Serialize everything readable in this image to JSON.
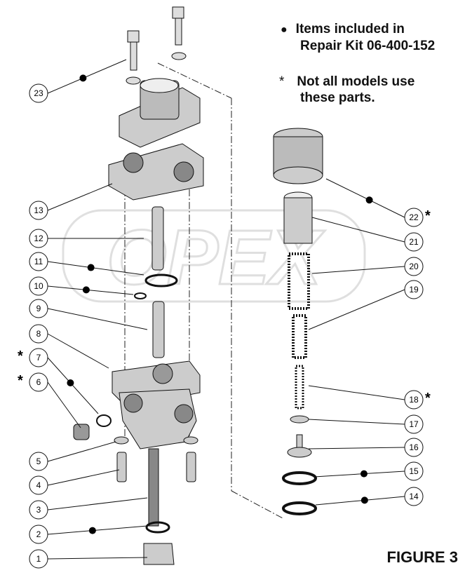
{
  "legend": {
    "kit_bullet": "●",
    "kit_line1": "Items included in",
    "kit_line2": "Repair Kit 06-400-152",
    "note_bullet": "*",
    "note_line1": "Not all models use",
    "note_line2": "these parts."
  },
  "figure_label": "FIGURE 3",
  "watermark": "OPEX",
  "callouts_left": [
    {
      "n": "23",
      "kit": true,
      "asterisk": false
    },
    {
      "n": "13",
      "kit": false,
      "asterisk": false
    },
    {
      "n": "12",
      "kit": false,
      "asterisk": false
    },
    {
      "n": "11",
      "kit": true,
      "asterisk": false
    },
    {
      "n": "10",
      "kit": true,
      "asterisk": false
    },
    {
      "n": "9",
      "kit": false,
      "asterisk": false
    },
    {
      "n": "8",
      "kit": false,
      "asterisk": false
    },
    {
      "n": "7",
      "kit": true,
      "asterisk": true
    },
    {
      "n": "6",
      "kit": false,
      "asterisk": true
    },
    {
      "n": "5",
      "kit": false,
      "asterisk": false
    },
    {
      "n": "4",
      "kit": false,
      "asterisk": false
    },
    {
      "n": "3",
      "kit": false,
      "asterisk": false
    },
    {
      "n": "2",
      "kit": true,
      "asterisk": false
    },
    {
      "n": "1",
      "kit": false,
      "asterisk": false
    }
  ],
  "callouts_right": [
    {
      "n": "22",
      "kit": true,
      "asterisk": true
    },
    {
      "n": "21",
      "kit": false,
      "asterisk": false
    },
    {
      "n": "20",
      "kit": false,
      "asterisk": false
    },
    {
      "n": "19",
      "kit": false,
      "asterisk": false
    },
    {
      "n": "18",
      "kit": false,
      "asterisk": true
    },
    {
      "n": "17",
      "kit": false,
      "asterisk": false
    },
    {
      "n": "16",
      "kit": false,
      "asterisk": false
    },
    {
      "n": "15",
      "kit": true,
      "asterisk": false
    },
    {
      "n": "14",
      "kit": true,
      "asterisk": false
    }
  ]
}
